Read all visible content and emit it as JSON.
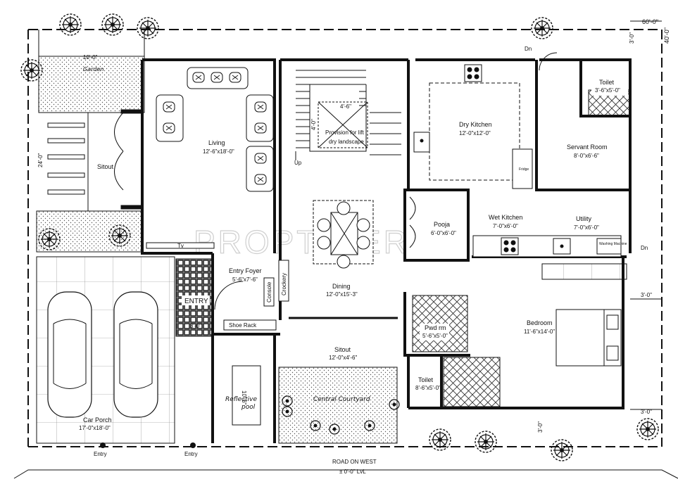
{
  "dims": {
    "width_total": "60'-0\"",
    "depth_total": "40'-0\"",
    "side_3": "3'-0\"",
    "side_3b": "3'-0\"",
    "side_3c": "3'-0\"",
    "gate_3": "3'-0\"",
    "porch_depth": "24'-0\""
  },
  "watermark": "PROPTIGER",
  "rooms": {
    "garden": {
      "dim": "10'-0\"",
      "label": "Garden"
    },
    "sitout_left": {
      "label": "Sitout"
    },
    "living": {
      "label": "Living",
      "dim": "12'-6\"x18'-0\""
    },
    "lift": {
      "line1": "Provision for lift",
      "line2": "dry landscape",
      "w": "4'-6\"",
      "h": "4'-0\""
    },
    "up": "Up",
    "dry_kitchen": {
      "label": "Dry Kitchen",
      "dim": "12'-0\"x12'-0\""
    },
    "fridge": "Fridge",
    "servant_room": {
      "label": "Servant Room",
      "dim": "8'-0\"x6'-6\""
    },
    "toilet_top": {
      "label": "Toilet",
      "dim": "3'-6\"x5'-0\""
    },
    "dn_top": "Dn",
    "pooja": {
      "label": "Pooja",
      "dim": "6'-0\"x6'-0\""
    },
    "wet_kitchen": {
      "label": "Wet Kitchen",
      "dim": "7'-0\"x6'-0\""
    },
    "utility": {
      "label": "Utility",
      "dim": "7'-0\"x6'-0\""
    },
    "washing_machine": "Washing Machine",
    "dn_right": "Dn",
    "tv": "Tv",
    "entry_foyer": {
      "label": "Entry Foyer",
      "dim": "5'-6\"x7'-6\""
    },
    "console": "Console",
    "crockery": "Crockery",
    "shoe_rack": "Shoe Rack",
    "entry": "ENTRY",
    "dining": {
      "label": "Dining",
      "dim": "12'-0\"x15'-3\""
    },
    "pwd_rm": {
      "label": "Pwd rm",
      "dim": "5'-6\"x5'-0\""
    },
    "bedroom": {
      "label": "Bedroom",
      "dim": "11'-6\"x14'-0\""
    },
    "sitout_mid": {
      "label": "Sitout",
      "dim": "12'-0\"x4'-6\""
    },
    "toilet_bottom": {
      "label": "Toilet",
      "dim": "8'-6\"x5'-0\""
    },
    "reflective_pool": {
      "line1": "Reflective",
      "line2": "pool",
      "dim": "10'-6\""
    },
    "central_courtyard": "Central Courtyard",
    "car_porch": {
      "label": "Car Porch",
      "dim": "17'-0\"x18'-0\""
    },
    "steps_dim": "3'-0\""
  },
  "entries": [
    "Entry",
    "Entry"
  ],
  "road": {
    "label": "ROAD ON WEST",
    "level": "± 0'-0\" LvL"
  }
}
